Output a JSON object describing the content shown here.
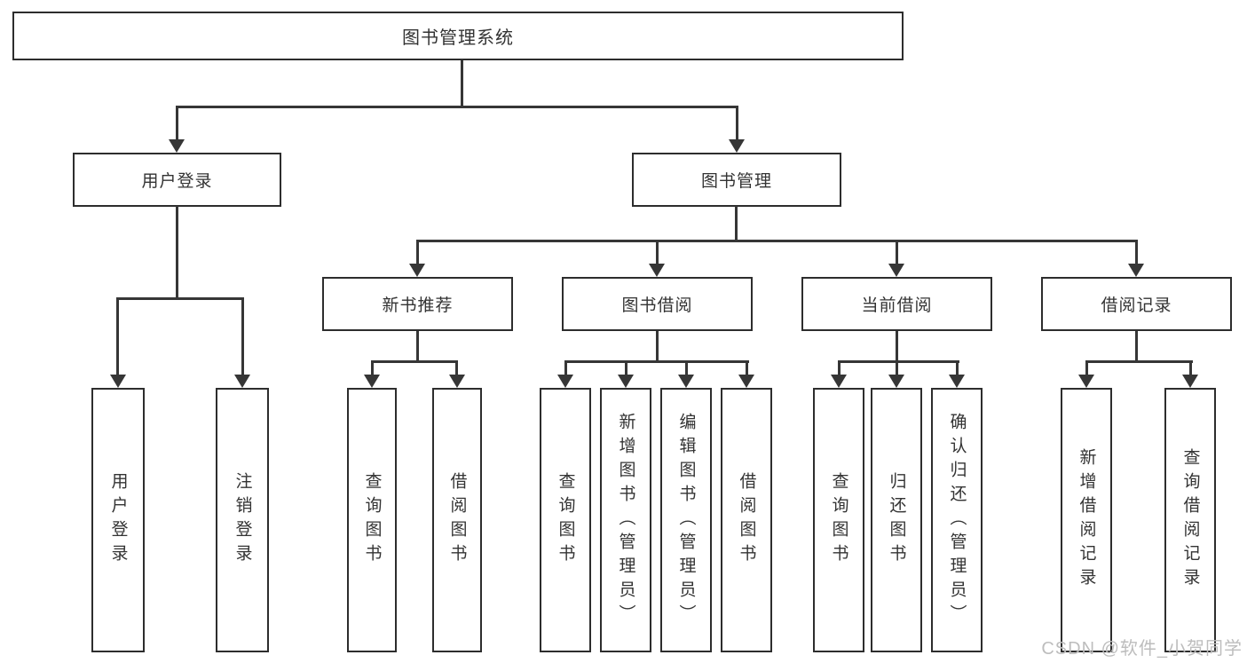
{
  "diagram": {
    "title": "图书管理系统",
    "branches": [
      {
        "label": "用户登录",
        "children": [
          {
            "label": "用户登录"
          },
          {
            "label": "注销登录"
          }
        ]
      },
      {
        "label": "图书管理",
        "children": [
          {
            "label": "新书推荐",
            "children": [
              {
                "label": "查询图书"
              },
              {
                "label": "借阅图书"
              }
            ]
          },
          {
            "label": "图书借阅",
            "children": [
              {
                "label": "查询图书"
              },
              {
                "label": "新增图书（管理员）"
              },
              {
                "label": "编辑图书（管理员）"
              },
              {
                "label": "借阅图书"
              }
            ]
          },
          {
            "label": "当前借阅",
            "children": [
              {
                "label": "查询图书"
              },
              {
                "label": "归还图书"
              },
              {
                "label": "确认归还（管理员）"
              }
            ]
          },
          {
            "label": "借阅记录",
            "children": [
              {
                "label": "新增借阅记录"
              },
              {
                "label": "查询借阅记录"
              }
            ]
          }
        ]
      }
    ]
  },
  "watermark": {
    "text": "CSDN @软件_小贺同学"
  },
  "colors": {
    "line": "#363636",
    "border": "#2d2d2d",
    "text": "#333333",
    "watermark": "#bdbdbd"
  }
}
